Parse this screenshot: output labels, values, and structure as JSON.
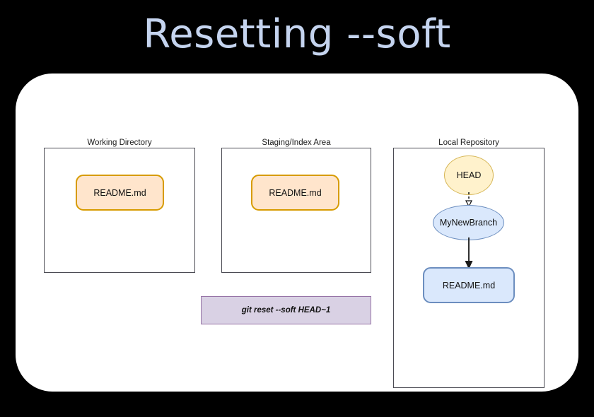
{
  "slide": {
    "title": "Resetting --soft",
    "background_color": "#000000",
    "title_color": "#c5d4ef",
    "card_color": "#ffffff"
  },
  "diagram": {
    "working_directory": {
      "label": "Working Directory",
      "file": "README.md",
      "file_fill": "#ffe5cc",
      "file_border": "#d79b00"
    },
    "staging_area": {
      "label": "Staging/Index Area",
      "file": "README.md",
      "file_fill": "#ffe5cc",
      "file_border": "#d79b00"
    },
    "local_repository": {
      "label": "Local Repository",
      "head": "HEAD",
      "head_fill": "#fff2cc",
      "head_border": "#d6b656",
      "branch": "MyNewBranch",
      "branch_fill": "#dae8fc",
      "branch_border": "#6c8ebf",
      "file": "README.md",
      "file_fill": "#dae8fc",
      "file_border": "#6c8ebf",
      "head_to_branch_arrow_style": "dashed",
      "branch_to_file_arrow_style": "solid"
    },
    "command": {
      "text": "git reset --soft HEAD~1",
      "fill": "#d9d1e4",
      "border": "#9673a6"
    }
  }
}
